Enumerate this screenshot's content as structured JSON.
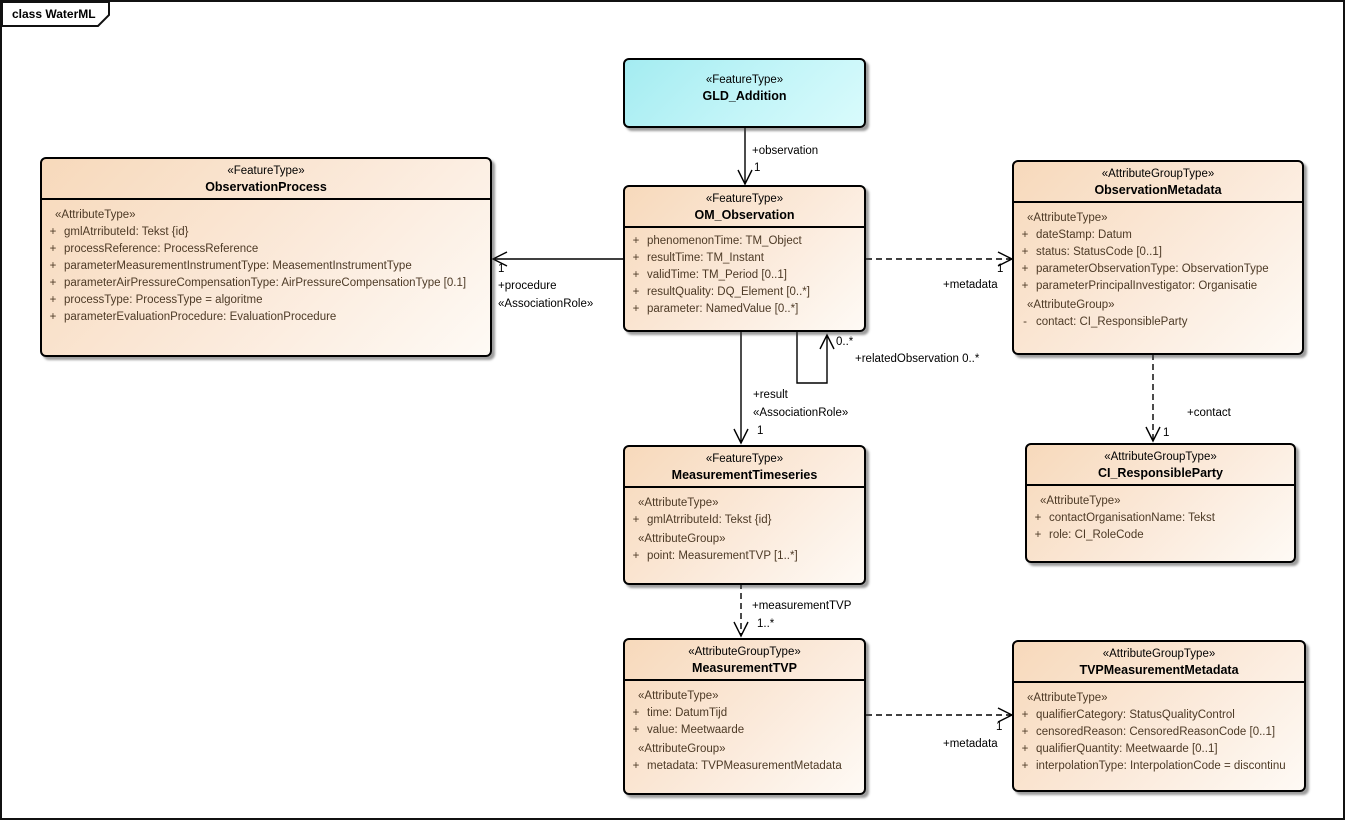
{
  "frame": {
    "label": "class WaterML"
  },
  "colors": {
    "class_fill": "#f7d9bb",
    "highlight_fill": "#a4ecf1",
    "attribute_text": "#4d3a26",
    "border": "#000000"
  },
  "classes": [
    {
      "stereotype": "«FeatureType»",
      "name": "GLD_Addition",
      "rows": []
    },
    {
      "stereotype": "«FeatureType»",
      "name": "OM_Observation",
      "rows": [
        {
          "vis": "+",
          "text": "phenomenonTime: TM_Object"
        },
        {
          "vis": "+",
          "text": "resultTime: TM_Instant"
        },
        {
          "vis": "+",
          "text": "validTime: TM_Period [0..1]"
        },
        {
          "vis": "+",
          "text": "resultQuality: DQ_Element [0..*]"
        },
        {
          "vis": "+",
          "text": "parameter: NamedValue [0..*]"
        }
      ]
    },
    {
      "stereotype": "«FeatureType»",
      "name": "ObservationProcess",
      "rows": [
        {
          "stereo": true,
          "text": "«AttributeType»"
        },
        {
          "vis": "+",
          "text": "gmlAtrributeId: Tekst {id}"
        },
        {
          "vis": "+",
          "text": "processReference: ProcessReference"
        },
        {
          "vis": "+",
          "text": "parameterMeasurementInstrumentType: MeasementInstrumentType"
        },
        {
          "vis": "+",
          "text": "parameterAirPressureCompensationType: AirPressureCompensationType [0.1]"
        },
        {
          "vis": "+",
          "text": "processType: ProcessType = algoritme"
        },
        {
          "vis": "+",
          "text": "parameterEvaluationProcedure: EvaluationProcedure"
        }
      ]
    },
    {
      "stereotype": "«AttributeGroupType»",
      "name": "ObservationMetadata",
      "rows": [
        {
          "stereo": true,
          "text": "«AttributeType»"
        },
        {
          "vis": "+",
          "text": "dateStamp: Datum"
        },
        {
          "vis": "+",
          "text": "status: StatusCode [0..1]"
        },
        {
          "vis": "+",
          "text": "parameterObservationType: ObservationType"
        },
        {
          "vis": "+",
          "text": "parameterPrincipalInvestigator: Organisatie"
        },
        {
          "stereo": true,
          "text": "«AttributeGroup»"
        },
        {
          "vis": "-",
          "text": "contact: CI_ResponsibleParty"
        }
      ]
    },
    {
      "stereotype": "«FeatureType»",
      "name": "MeasurementTimeseries",
      "rows": [
        {
          "stereo": true,
          "text": "«AttributeType»"
        },
        {
          "vis": "+",
          "text": "gmlAtrributeId: Tekst {id}"
        },
        {
          "stereo": true,
          "text": "«AttributeGroup»"
        },
        {
          "vis": "+",
          "text": "point: MeasurementTVP [1..*]"
        }
      ]
    },
    {
      "stereotype": "«AttributeGroupType»",
      "name": "CI_ResponsibleParty",
      "rows": [
        {
          "stereo": true,
          "text": "«AttributeType»"
        },
        {
          "vis": "+",
          "text": "contactOrganisationName: Tekst"
        },
        {
          "vis": "+",
          "text": "role: CI_RoleCode"
        }
      ]
    },
    {
      "stereotype": "«AttributeGroupType»",
      "name": "MeasurementTVP",
      "rows": [
        {
          "stereo": true,
          "text": "«AttributeType»"
        },
        {
          "vis": "+",
          "text": "time: DatumTijd"
        },
        {
          "vis": "+",
          "text": "value: Meetwaarde"
        },
        {
          "stereo": true,
          "text": "«AttributeGroup»"
        },
        {
          "vis": "+",
          "text": "metadata: TVPMeasurementMetadata"
        }
      ]
    },
    {
      "stereotype": "«AttributeGroupType»",
      "name": "TVPMeasurementMetadata",
      "rows": [
        {
          "stereo": true,
          "text": "«AttributeType»"
        },
        {
          "vis": "+",
          "text": "qualifierCategory: StatusQualityControl"
        },
        {
          "vis": "+",
          "text": "censoredReason: CensoredReasonCode [0..1]"
        },
        {
          "vis": "+",
          "text": "qualifierQuantity: Meetwaarde [0..1]"
        },
        {
          "vis": "+",
          "text": "interpolationType: InterpolationCode = discontinu"
        }
      ]
    }
  ],
  "connectors": {
    "observation": {
      "role": "+observation",
      "mult": "1"
    },
    "procedure": {
      "mult": "1",
      "role": "+procedure",
      "stereotype": "«AssociationRole»"
    },
    "observation_metadata": {
      "mult": "1",
      "role": "+metadata"
    },
    "related_observation": {
      "mult": "0..*",
      "role": "+relatedObservation 0..*"
    },
    "result": {
      "role": "+result",
      "stereotype": "«AssociationRole»",
      "mult": "1"
    },
    "contact": {
      "role": "+contact",
      "mult": "1"
    },
    "measurement_tvp": {
      "role": "+measurementTVP",
      "mult": "1..*"
    },
    "tvp_metadata": {
      "mult": "1",
      "role": "+metadata"
    }
  }
}
